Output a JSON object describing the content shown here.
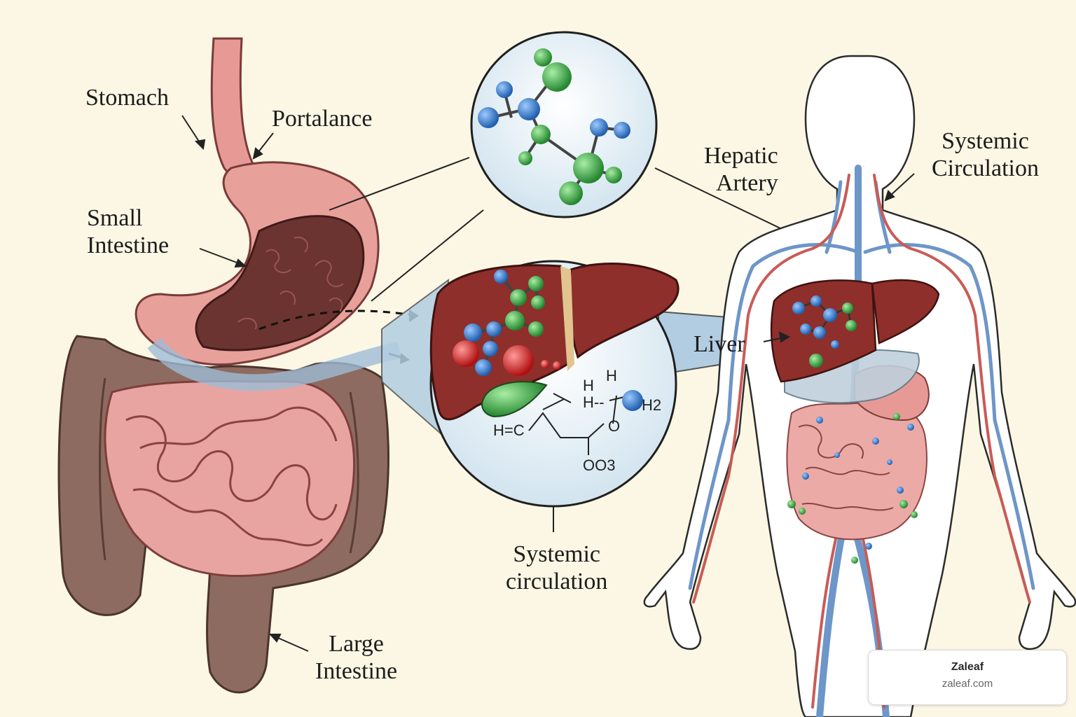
{
  "labels": {
    "stomach": "Stomach",
    "portalance": "Portalance",
    "small_intestine": "Small\nIntestine",
    "large_intestine": "Large\nIntestine",
    "hepatic_artery": "Hepatic\nArtery",
    "systemic_circulation_right": "Systemic\nCirculation",
    "systemic_circulation_center": "Systemic\ncirculation",
    "liver": "Liver"
  },
  "chemistry": {
    "h_top": "H",
    "h_left": "H",
    "h_dash": "H--",
    "h2": "H2",
    "o": "O",
    "h_eq_c": "H=C",
    "oo3": "OO3"
  },
  "watermark": {
    "name": "Zaleaf",
    "url": "zaleaf.com"
  },
  "colors": {
    "background": "#fbf7e4",
    "liver": "#8f2f2b",
    "intestine": "#e7a3a0",
    "colon": "#8c6a5e",
    "molecule_blue": "#2f6fc0",
    "molecule_green": "#3aa64a",
    "molecule_red": "#d81f1f",
    "vein": "#6d96c9",
    "artery": "#c95b56"
  }
}
